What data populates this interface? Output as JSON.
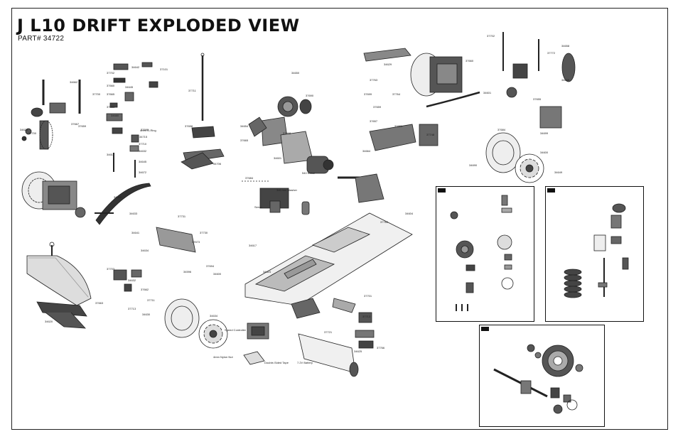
{
  "title": "J L10 DRIFT EXPLODED VIEW",
  "part_number": "PART# 34722",
  "captions": {
    "speed_controller": "Speed Controller",
    "double_sided_tape": "Double-Sided Tape",
    "battery": "7.2V Battery",
    "motor": "540 Motor",
    "servo": "Servo",
    "nylon_nut": "4mm Nylon Nut",
    "washer": "3x6 mm Washer",
    "oring": "4mm O-Ring"
  },
  "part_labels": [
    "34662",
    "37101",
    "37702",
    "34642",
    "37700",
    "34645",
    "37660",
    "37665",
    "37661",
    "34680",
    "37700",
    "34624",
    "37667",
    "37659",
    "37690",
    "34715",
    "37710",
    "34632",
    "34610",
    "34645",
    "34672",
    "37711",
    "37658",
    "34706",
    "34654",
    "37665",
    "34650",
    "37690",
    "37698",
    "34601",
    "37684",
    "34660",
    "34633",
    "34641",
    "37731",
    "37730",
    "34634",
    "34596",
    "37694",
    "37673",
    "34600",
    "37703",
    "34632",
    "37662",
    "37711",
    "37713",
    "34630",
    "34634",
    "34617",
    "34624",
    "37663",
    "34620",
    "37701",
    "37713",
    "37721",
    "34625",
    "37766",
    "34604",
    "37765",
    "37748",
    "37661",
    "34629",
    "37763",
    "37699",
    "37659",
    "37764",
    "37657",
    "34664",
    "37660",
    "34601",
    "37702",
    "34658",
    "37772",
    "34669",
    "37655",
    "34699",
    "34600",
    "34649",
    "37684",
    "34690"
  ],
  "insets": [
    {
      "badge": "A-1"
    },
    {
      "badge": "A-2"
    },
    {
      "badge": "A-3"
    }
  ]
}
